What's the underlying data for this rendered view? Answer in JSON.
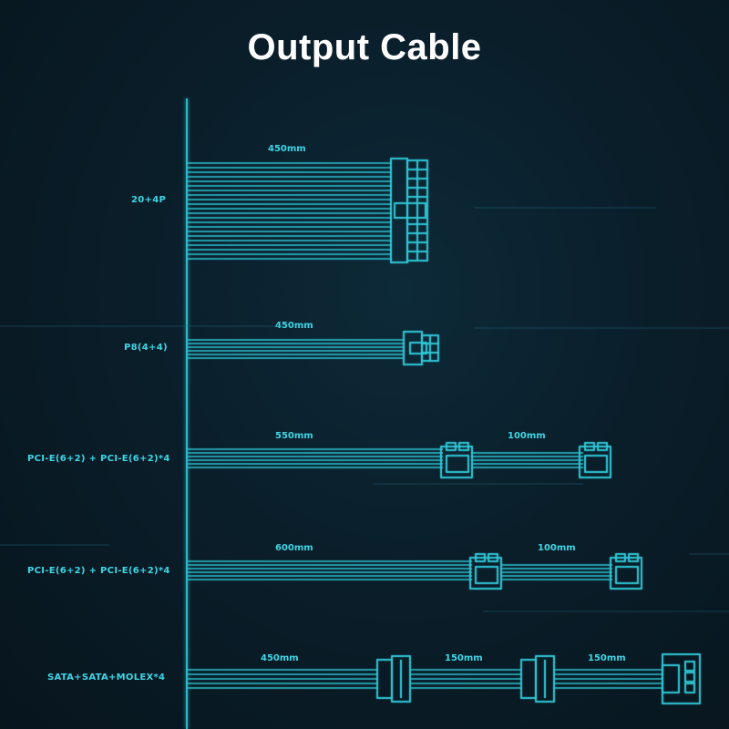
{
  "title": "Output Cable",
  "cables": [
    {
      "name": "20+4P",
      "lengths": [
        "450mm"
      ]
    },
    {
      "name": "P8(4+4)",
      "lengths": [
        "450mm"
      ]
    },
    {
      "name": "PCI-E(6+2) + PCI-E(6+2)*4",
      "lengths": [
        "550mm",
        "100mm"
      ]
    },
    {
      "name": "PCI-E(6+2) + PCI-E(6+2)*4",
      "lengths": [
        "600mm",
        "100mm"
      ]
    },
    {
      "name": "SATA+SATA+MOLEX*4",
      "lengths": [
        "450mm",
        "150mm",
        "150mm"
      ]
    }
  ],
  "colors": {
    "cable": "#2fc6d6",
    "background": "#0a1e2a",
    "title": "#ffffff"
  }
}
